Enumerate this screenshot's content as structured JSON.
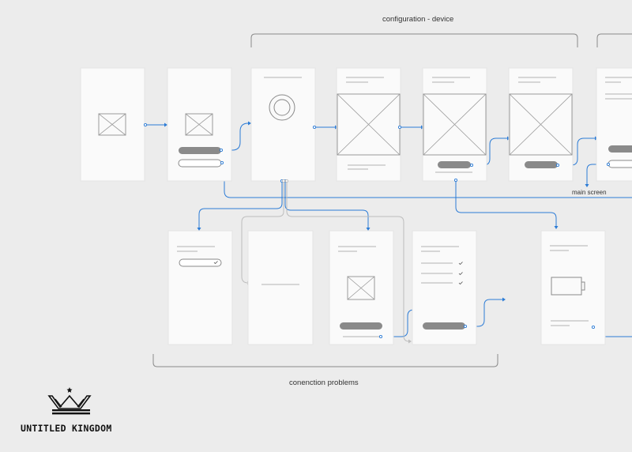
{
  "labels": {
    "configuration_device": "configuration - device",
    "connection_problems": "conenction problems",
    "main_screen": "main screen"
  },
  "brand": {
    "name": "UNTITLED KINGDOM"
  },
  "colors": {
    "background": "#ececec",
    "screen": "#fafafa",
    "screen_border": "#e4e4e4",
    "connector": "#2b7bd6",
    "connector_alt": "#bdbdbd",
    "wire": "#999999",
    "bracket": "#8a8a8a",
    "button": "#8a8a8a"
  }
}
